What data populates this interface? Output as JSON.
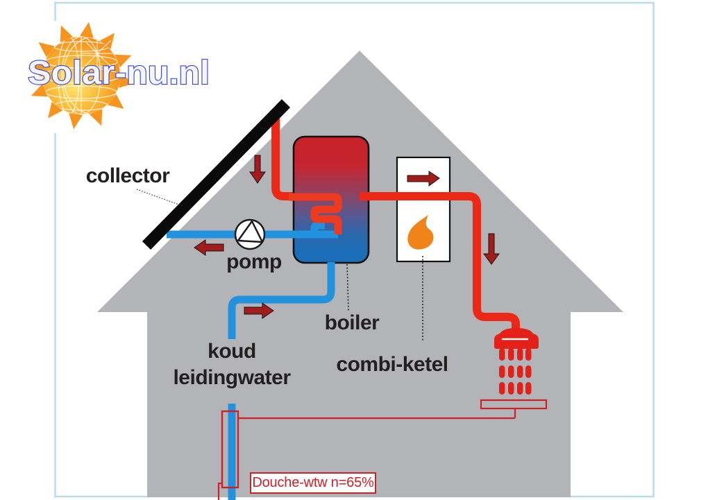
{
  "page": {
    "background": "#ffffff",
    "frame_border_color": "#bcdcee"
  },
  "logo": {
    "text": "Solar-nu.nl",
    "wordmark_color": "#3c43cc",
    "sun_color": "#f7941e"
  },
  "diagram": {
    "labels": {
      "collector": "collector",
      "pump": "pomp",
      "boiler": "boiler",
      "cold_water_line1": "koud",
      "cold_water_line2": "leidingwater",
      "combi_boiler": "combi-ketel",
      "shower_hru": "Douche-wtw n=65%"
    },
    "colors": {
      "house_gray": "#b3b4b8",
      "hot_pipe_red": "#ee2817",
      "cold_pipe_blue": "#2292de",
      "arrow_dark_red": "#a31c1c",
      "flame_orange": "#f08419",
      "collector_black": "#0a0a0a",
      "hru_red": "#cc2127",
      "boiler_top_red": "#c92127",
      "boiler_bottom_blue": "#1b6db8"
    },
    "components": [
      "solar-collector",
      "circulation-pump",
      "solar-boiler-with-coil",
      "combi-boiler",
      "shower",
      "cold-tap-water-supply",
      "shower-heat-recovery-unit"
    ]
  }
}
